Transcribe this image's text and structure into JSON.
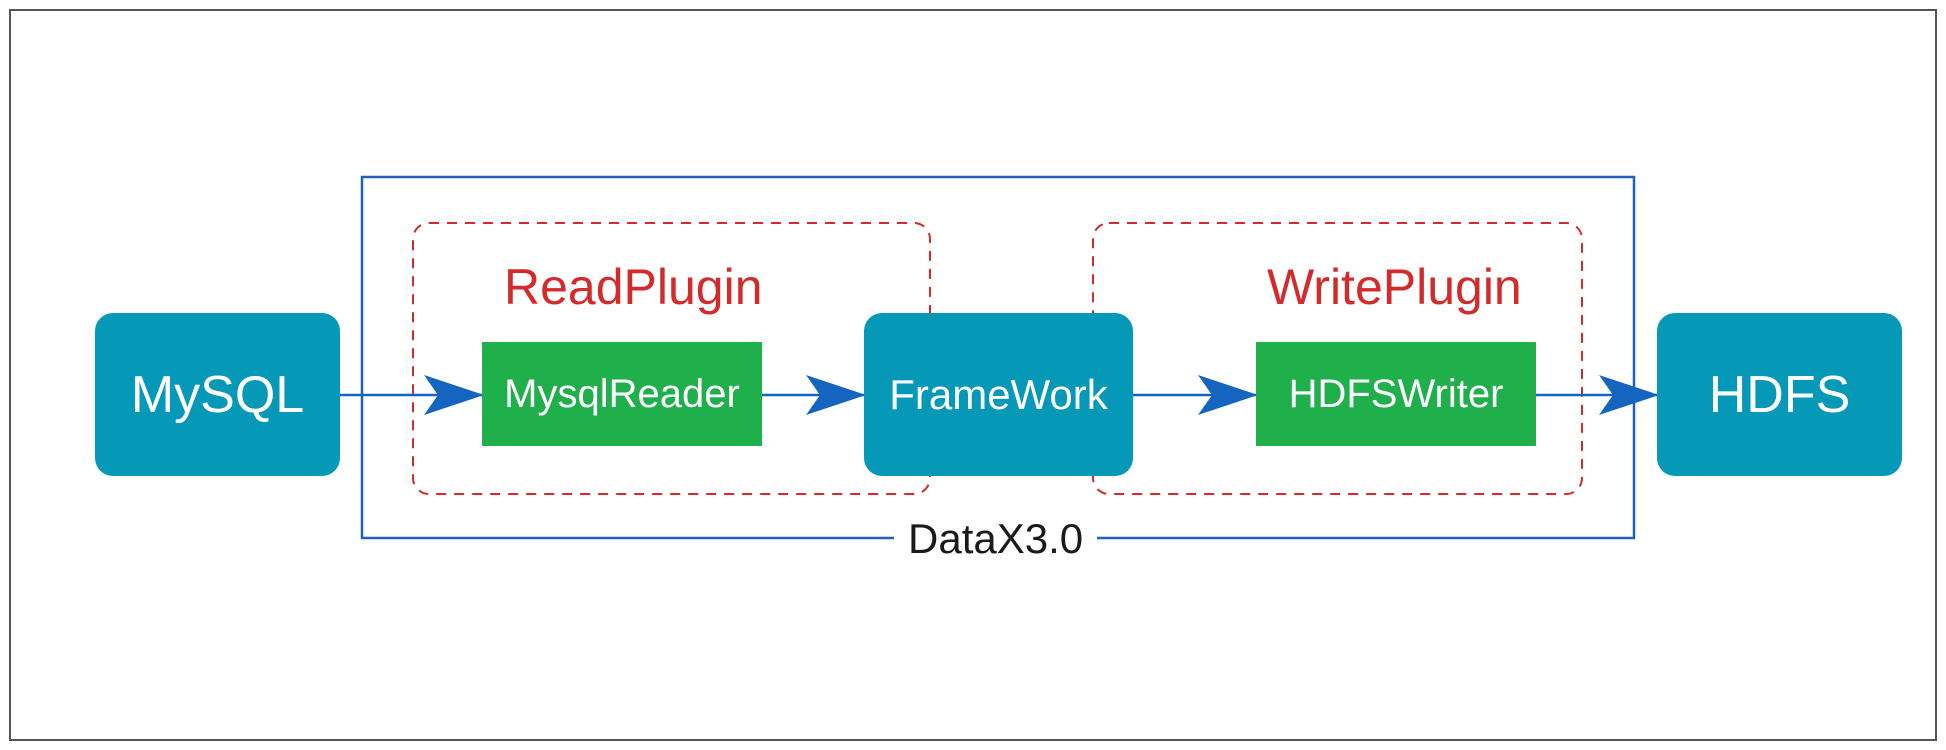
{
  "diagram": {
    "colors": {
      "node_blue": "#0598b7",
      "plugin_green": "#20b04b",
      "arrow_blue": "#1565c0",
      "plugin_border_red": "#d32b2b",
      "frame_blue": "#1f62b8"
    },
    "frame_label": "DataX3.0",
    "plugins": {
      "read_label": "ReadPlugin",
      "write_label": "WritePlugin"
    },
    "nodes": {
      "source": "MySQL",
      "reader": "MysqlReader",
      "framework": "FrameWork",
      "writer": "HDFSWriter",
      "target": "HDFS"
    },
    "edges": [
      {
        "from": "source",
        "to": "reader"
      },
      {
        "from": "reader",
        "to": "framework"
      },
      {
        "from": "framework",
        "to": "writer"
      },
      {
        "from": "writer",
        "to": "target"
      }
    ]
  }
}
